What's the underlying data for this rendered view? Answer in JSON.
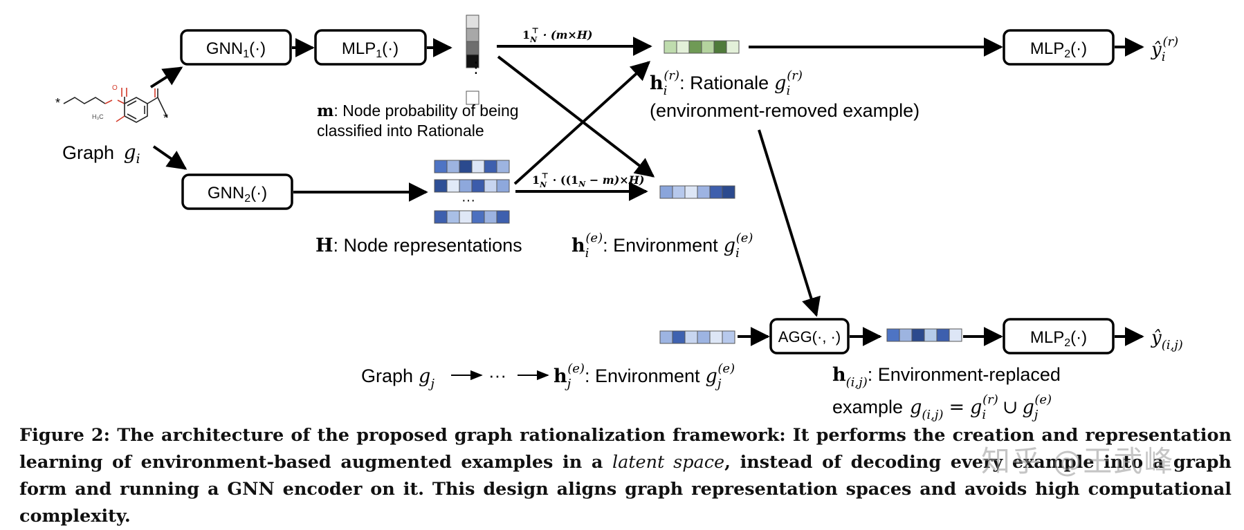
{
  "boxes": {
    "gnn1": {
      "base": "GNN",
      "sub": "1",
      "tail": "(·)"
    },
    "mlp1": {
      "base": "MLP",
      "sub": "1",
      "tail": "(·)"
    },
    "gnn2": {
      "base": "GNN",
      "sub": "2",
      "tail": "(·)"
    },
    "mlp2_top": {
      "base": "MLP",
      "sub": "2",
      "tail": "(·)"
    },
    "mlp2_bottom": {
      "base": "MLP",
      "sub": "2",
      "tail": "(·)"
    },
    "agg": {
      "label": "AGG(·, ·)"
    }
  },
  "labels": {
    "graph_i": {
      "text": "Graph",
      "var": "g",
      "sub": "i"
    },
    "graph_j": {
      "text": "Graph",
      "var": "g",
      "sub": "j"
    },
    "m_bold": "m",
    "m_desc_line1": ": Node probability of being",
    "m_desc_line2": "classified into Rationale",
    "H_bold": "H",
    "H_desc": ": Node representations",
    "formula_top": "1",
    "formula_top_rest": "· (m×H)",
    "formula_mid_rest": "· ((1",
    "formula_mid_rest2": " − m)×H)",
    "formula_sub_N": "N",
    "formula_sup_T": "⊤",
    "h_bold": "h",
    "rationale_text": ": Rationale",
    "rationale_note": "(environment-removed example)",
    "environment_text": ": Environment",
    "env_replaced_line1": ": Environment-replaced",
    "env_replaced_line2": "example",
    "env_replaced_eq": "=",
    "env_replaced_union": "∪",
    "sup_r": "(r)",
    "sup_e": "(e)",
    "sub_i": "i",
    "sub_j": "j",
    "sub_ij": "(i,j)",
    "g_var": "g",
    "y_hat": "ŷ",
    "ellipsis": "···",
    "vdots": "⋮"
  },
  "molecule": {
    "star_left": "*",
    "star_right": "*",
    "methoxy": "H₃C",
    "oxygen": "O"
  },
  "vectors": {
    "prob_column": [
      "#e0e0e0",
      "#a8a8a8",
      "#6e6e6e",
      "#111111",
      "#ffffff"
    ],
    "rationale_vec": [
      "#bfdcae",
      "#e3f0d9",
      "#6f9a55",
      "#b4d39e",
      "#4f7a3a",
      "#e3f0d9"
    ],
    "H_row1": [
      "#4e74c4",
      "#9db4e0",
      "#2b4a8e",
      "#dde6f6",
      "#3d5fae",
      "#9db4e0"
    ],
    "H_row2": [
      "#2e4f96",
      "#e1e9f7",
      "#8ea8dc",
      "#3b5cab",
      "#c7d5f0",
      "#8ea8dc"
    ],
    "H_row3": [
      "#3e60ae",
      "#a9bfe6",
      "#dfe7f6",
      "#4c70bf",
      "#9cb3e0",
      "#3e60ae"
    ],
    "env_vec": [
      "#8aa5db",
      "#b6c8ec",
      "#dde6f6",
      "#9db3e2",
      "#3f5fad",
      "#2b4a8e"
    ],
    "env_j_vec": [
      "#9db4e2",
      "#3f62b0",
      "#c8d6f0",
      "#9db4e2",
      "#dde6f6",
      "#b7c9ec"
    ],
    "combined_vec": [
      "#4e74c4",
      "#9db4e0",
      "#2b4a8e",
      "#b4cbea",
      "#3d5fae",
      "#dde6f6"
    ]
  },
  "caption": {
    "prefix": "Figure 2: The architecture of the proposed graph rationalization framework: It performs the creation and representation learning of environment-based augmented examples in a ",
    "italic": "latent space",
    "suffix": ", instead of decoding every example into a graph form and running a GNN encoder on it. This design aligns graph representation spaces and avoids high computational complexity."
  },
  "watermark": "知乎 @王武峰",
  "colors": {
    "ink": "#000000",
    "molecule_red": "#d23a2a"
  }
}
